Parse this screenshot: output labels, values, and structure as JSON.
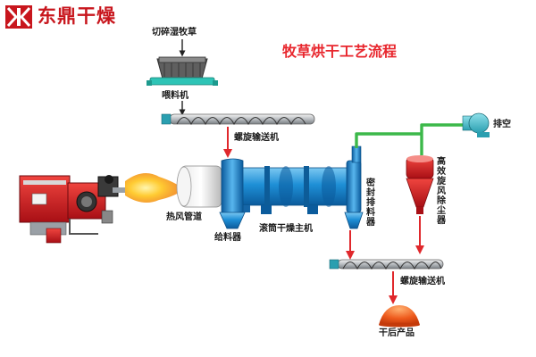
{
  "brand": {
    "name": "东鼎干燥"
  },
  "title": "牧草烘干工艺流程",
  "labels": {
    "material": "切碎湿牧草",
    "feeder": "喂料机",
    "screw_conveyor_top": "螺旋输送机",
    "hot_air_pipe": "热风管道",
    "feeding_device": "给料器",
    "rotary_dryer": "滚筒干燥主机",
    "sealed_discharger": "密封排料器",
    "cyclone": "高效旋风除尘器",
    "exhaust": "排空",
    "screw_conveyor_bottom": "螺旋输送机",
    "product": "干后产品"
  },
  "colors": {
    "title": "#e8262d",
    "brand": "#c8161d",
    "arrow_red": "#e0282c",
    "pipe_green": "#3cb84a",
    "dryer_blue": "#1e8fd6",
    "burner_red": "#c8161d",
    "product_orange": "#ee5a1c"
  }
}
